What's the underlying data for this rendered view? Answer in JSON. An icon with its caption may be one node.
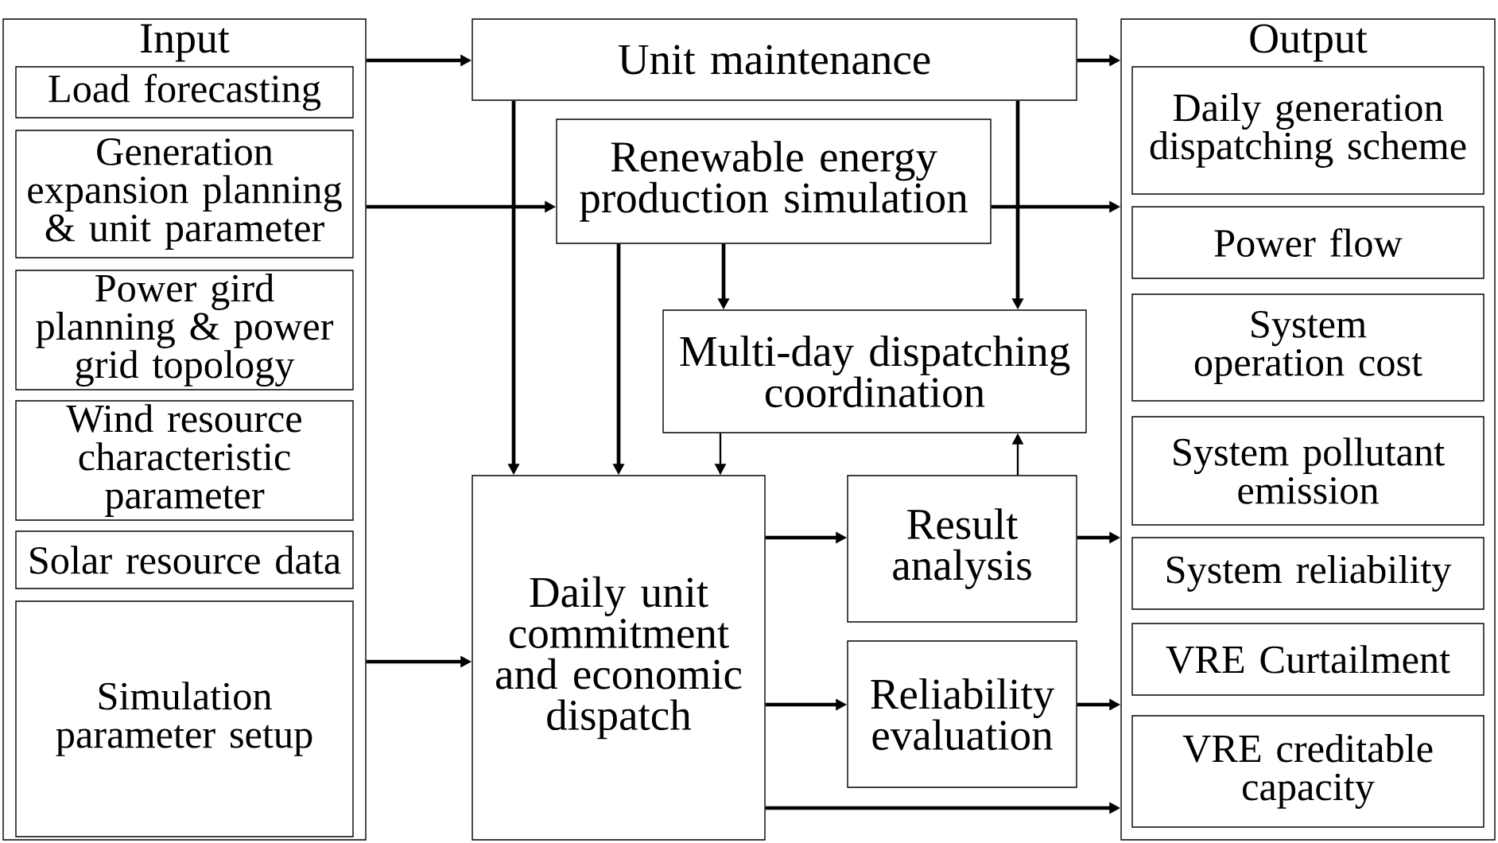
{
  "diagram": {
    "nodes": [
      {
        "text": [
          "Input"
        ]
      },
      {
        "text": [
          "Load forecasting"
        ],
        "in": 0
      },
      {
        "text": [
          "Generation expansion planning & unit parameter"
        ],
        "in": 0
      },
      {
        "text": [
          "Power gird planning & power grid topology"
        ],
        "in": 0
      },
      {
        "text": [
          "Wind resource characteristic parameter"
        ],
        "in": 0
      },
      {
        "text": [
          "Solar resource data"
        ],
        "in": 0
      },
      {
        "text": [
          "Simulation parameter setup"
        ],
        "in": 0
      },
      {
        "text": [
          "Unit maintenance"
        ]
      },
      {
        "text": [
          "Renewable energy production simulation"
        ]
      },
      {
        "text": [
          "Multi-day dispatching coordination"
        ]
      },
      {
        "text": [
          "Daily unit commitment and economic dispatch"
        ]
      },
      {
        "text": [
          "Result analysis"
        ]
      },
      {
        "text": [
          "Reliability evaluation"
        ]
      },
      {
        "text": [
          "Output"
        ]
      },
      {
        "text": [
          "Daily generation dispatching scheme"
        ],
        "in": 13
      },
      {
        "text": [
          "Power flow"
        ],
        "in": 13
      },
      {
        "text": [
          "System operation cost"
        ],
        "in": 13
      },
      {
        "text": [
          "System pollutant emission"
        ],
        "in": 13
      },
      {
        "text": [
          "System reliability"
        ],
        "in": 13
      },
      {
        "text": [
          "VRE Curtailment"
        ],
        "in": 13
      },
      {
        "text": [
          "VRE creditable capacity"
        ],
        "in": 13
      }
    ],
    "edges": [
      {
        "from": 0,
        "to": 7,
        "arrow": "to"
      },
      {
        "from": 0,
        "to": 8,
        "arrow": "to"
      },
      {
        "from": 0,
        "to": 10,
        "arrow": "to"
      },
      {
        "from": 7,
        "to": 13,
        "arrow": "to"
      },
      {
        "from": 8,
        "to": 13,
        "arrow": "to"
      },
      {
        "from": 7,
        "to": 10,
        "arrow": "to"
      },
      {
        "from": 8,
        "to": 10,
        "arrow": "to"
      },
      {
        "from": 8,
        "to": 9,
        "arrow": "to"
      },
      {
        "from": 7,
        "to": 9,
        "arrow": "to"
      },
      {
        "from": 9,
        "to": 10,
        "arrow": "to"
      },
      {
        "from": 11,
        "to": 9,
        "arrow": "to"
      },
      {
        "from": 10,
        "to": 11,
        "arrow": "to"
      },
      {
        "from": 10,
        "to": 12,
        "arrow": "to"
      },
      {
        "from": 11,
        "to": 13,
        "arrow": "to"
      },
      {
        "from": 12,
        "to": 13,
        "arrow": "to"
      },
      {
        "from": 10,
        "to": 13,
        "arrow": "to"
      }
    ]
  }
}
